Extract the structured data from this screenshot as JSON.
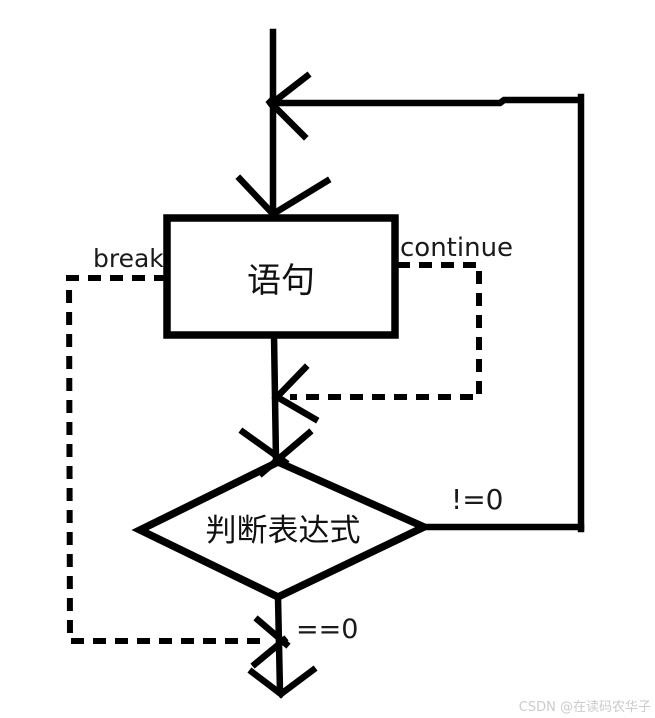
{
  "nodes": {
    "statement": "语句",
    "condition": "判断表达式"
  },
  "labels": {
    "break": "break",
    "continue": "continue",
    "not_equal_zero": "!=0",
    "equal_zero": "==0"
  },
  "watermark": "CSDN @在读码农华子",
  "colors": {
    "stroke": "#000000",
    "background": "#ffffff",
    "watermark": "#cbcbcb"
  }
}
